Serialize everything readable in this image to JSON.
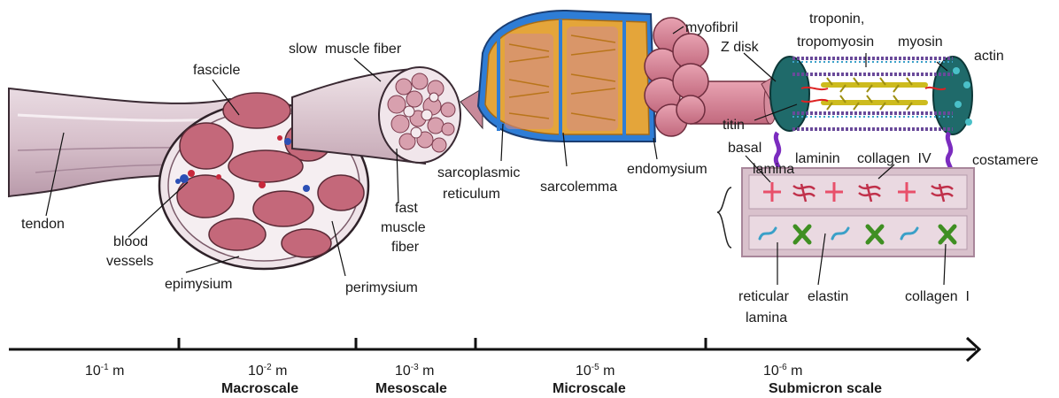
{
  "labels": {
    "tendon": "tendon",
    "fascicle": "fascicle",
    "blood_vessels_1": "blood",
    "blood_vessels_2": "vessels",
    "epimysium": "epimysium",
    "perimysium": "perimysium",
    "slow_muscle_fiber": "slow  muscle fiber",
    "fast_muscle_fiber_1": "fast",
    "fast_muscle_fiber_2": "muscle",
    "fast_muscle_fiber_3": "fiber",
    "sarcoplasmic_1": "sarcoplasmic",
    "sarcoplasmic_2": "reticulum",
    "sarcolemma": "sarcolemma",
    "endomysium": "endomysium",
    "myofibril": "myofibril",
    "z_disk": "Z disk",
    "troponin_1": "troponin,",
    "troponin_2": "tropomyosin",
    "myosin": "myosin",
    "actin": "actin",
    "titin": "titin",
    "basal_lamina_1": "basal",
    "basal_lamina_2": "lamina",
    "laminin": "laminin",
    "collagen_iv": "collagen  IV",
    "costamere": "costamere",
    "reticular_lamina_1": "reticular",
    "reticular_lamina_2": "lamina",
    "elastin": "elastin",
    "collagen_i": "collagen  I"
  },
  "axis": {
    "measures": [
      {
        "base": "10",
        "exp": "-1",
        "unit": " m"
      },
      {
        "base": "10",
        "exp": "-2",
        "unit": " m"
      },
      {
        "base": "10",
        "exp": "-3",
        "unit": " m"
      },
      {
        "base": "10",
        "exp": "-5",
        "unit": " m"
      },
      {
        "base": "10",
        "exp": "-6",
        "unit": " m"
      }
    ],
    "scales": [
      "Macroscale",
      "Mesoscale",
      "Microscale",
      "Submicron scale"
    ]
  }
}
